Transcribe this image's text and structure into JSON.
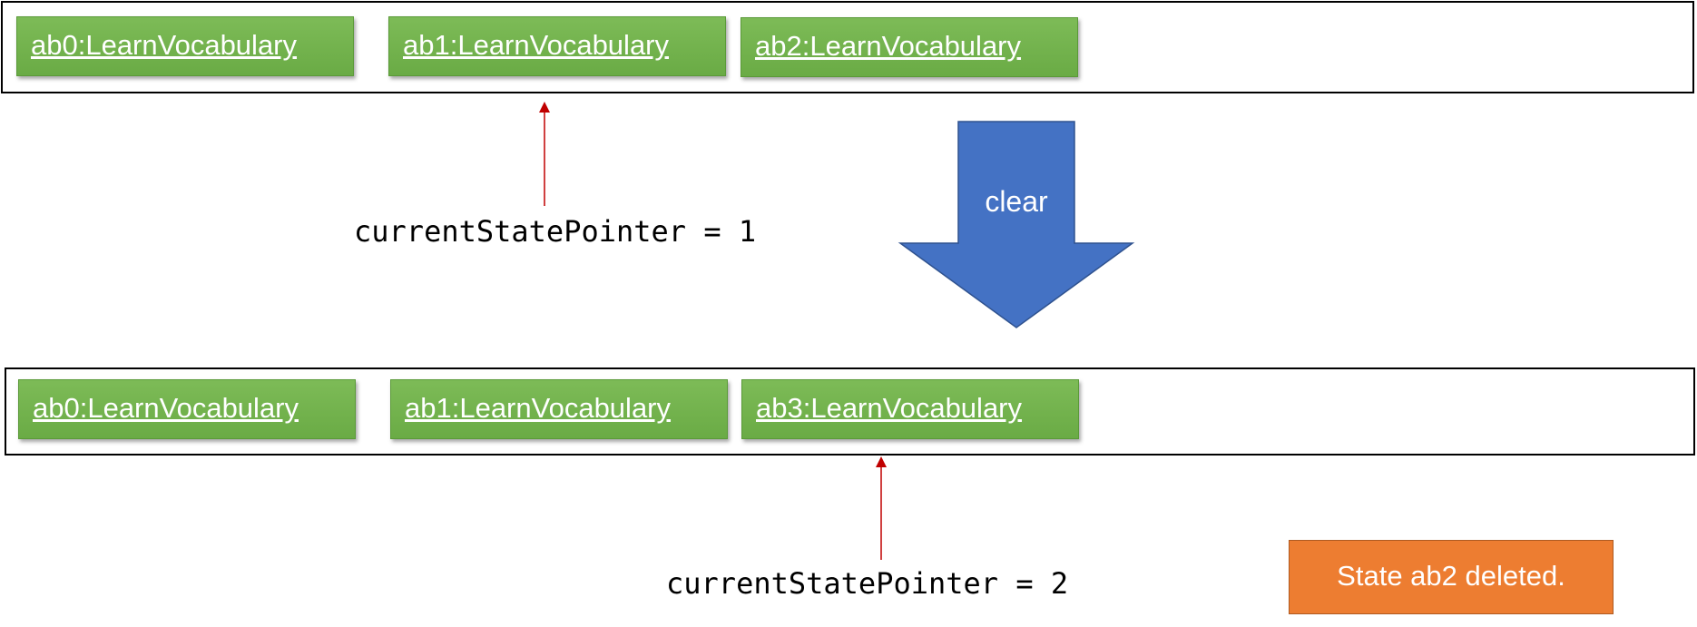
{
  "before": {
    "states": [
      {
        "label": "ab0:LearnVocabulary"
      },
      {
        "label": "ab1:LearnVocabulary"
      },
      {
        "label": "ab2:LearnVocabulary"
      }
    ],
    "pointer_label": "currentStatePointer = 1"
  },
  "command": {
    "label": "clear"
  },
  "after": {
    "states": [
      {
        "label": "ab0:LearnVocabulary"
      },
      {
        "label": "ab1:LearnVocabulary"
      },
      {
        "label": "ab3:LearnVocabulary"
      }
    ],
    "pointer_label": "currentStatePointer = 2"
  },
  "note": {
    "text": "State ab2 deleted."
  },
  "colors": {
    "state_fill": "#70ad47",
    "arrow_fill": "#4472c4",
    "pointer_line": "#c00000",
    "note_fill": "#ed7d31"
  }
}
